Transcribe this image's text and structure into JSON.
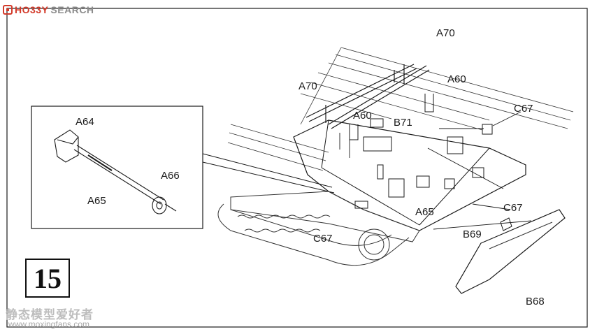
{
  "brand": {
    "logo_main": "HO33Y",
    "logo_sub": "SEARCH"
  },
  "step_number": "15",
  "parts": {
    "a70_top": "A70",
    "a70_left": "A70",
    "a60_top": "A60",
    "a60_mid": "A60",
    "b71": "B71",
    "c67_top": "C67",
    "c67_left": "C67",
    "c67_right": "C67",
    "a65_main": "A65",
    "a65_inset": "A65",
    "a64": "A64",
    "a66": "A66",
    "b69": "B69",
    "b68": "B68"
  },
  "watermark": {
    "cn": "静态模型爱好者",
    "url": "www.moxingfans.com"
  },
  "colors": {
    "ink": "#1a1a1a",
    "brand_red": "#d33a2a",
    "brand_gray": "#8c8c8c",
    "watermark": "#bdbdbd"
  }
}
